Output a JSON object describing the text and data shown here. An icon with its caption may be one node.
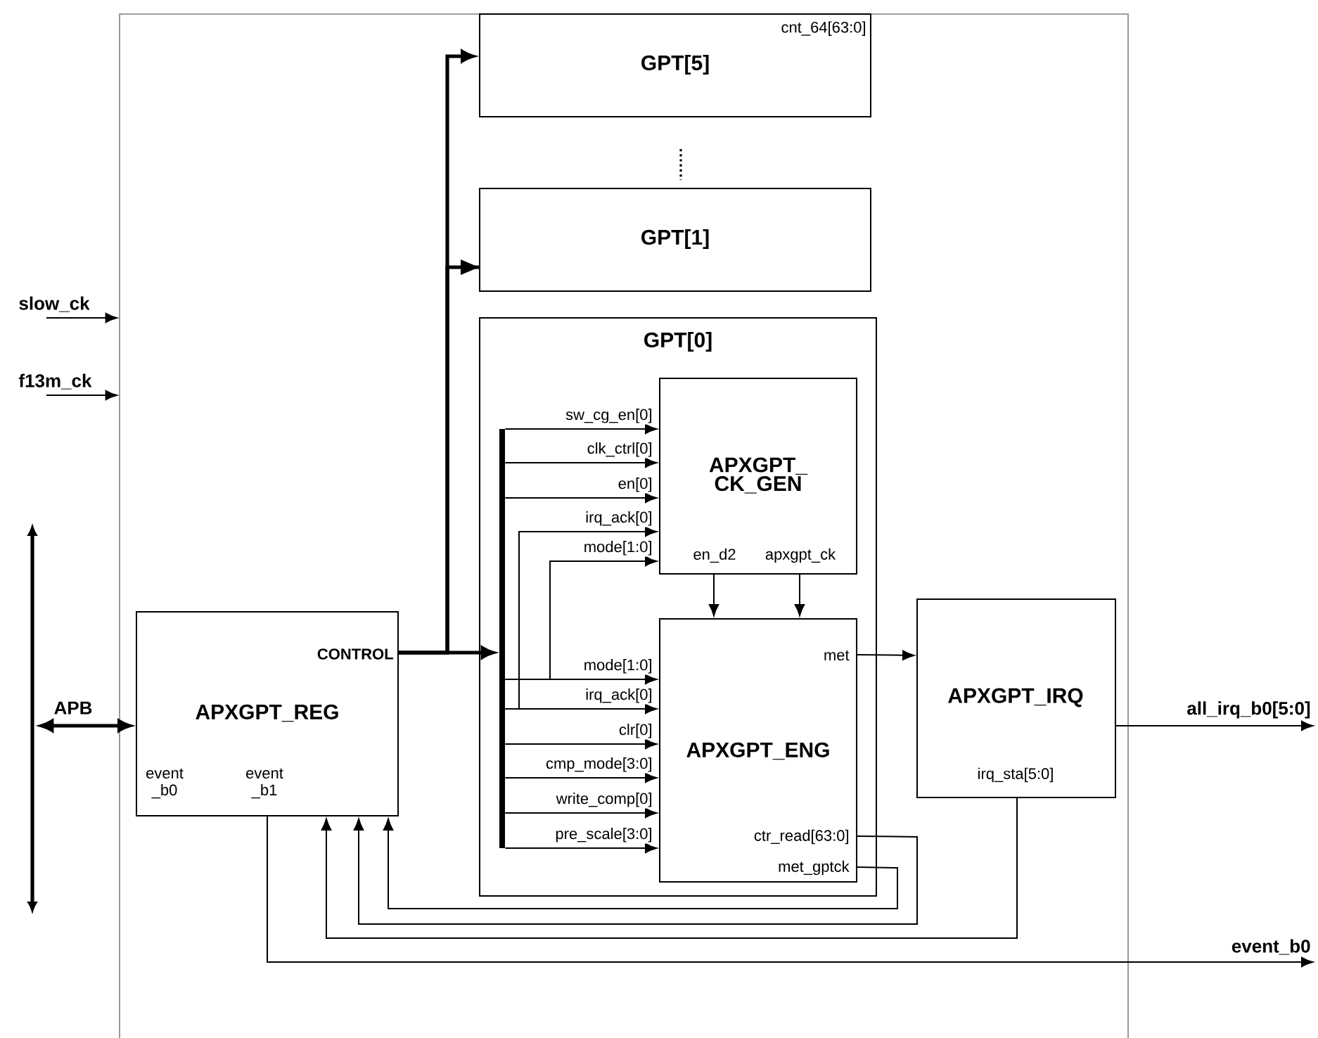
{
  "diagram": {
    "nodes": [
      {
        "text": [],
        "shape": "box"
      },
      {
        "text": [
          "cnt_64[63:0]",
          "GPT[5]"
        ],
        "in": 0
      },
      {
        "text": [
          "GPT[1]"
        ],
        "in": 0
      },
      {
        "text": [
          "GPT[0]"
        ],
        "in": 0
      },
      {
        "text": [
          "APXGPT_ CK_GEN",
          "en_d2",
          "apxgpt_ck"
        ],
        "in": 3
      },
      {
        "text": [],
        "shape": "bar",
        "in": 3
      },
      {
        "text": [
          "met",
          "APXGPT_ENG",
          "ctr_read[63:0]",
          "met_gptck"
        ],
        "in": 3
      },
      {
        "text": [
          "CONTROL",
          "APXGPT_REG",
          "event _b0",
          "event _b1"
        ],
        "in": 0
      },
      {
        "text": [
          "APXGPT_IRQ",
          "irq_sta[5:0]"
        ],
        "in": 0
      },
      {
        "text": [],
        "shape": "bar"
      }
    ],
    "edges": [
      {
        "from": null,
        "to": 0,
        "arrow": "to",
        "label": "slow_ck"
      },
      {
        "from": null,
        "to": 0,
        "arrow": "to",
        "label": "f13m_ck"
      },
      {
        "from": 9,
        "to": 7,
        "arrow": "both",
        "label": "APB",
        "style": "thick"
      },
      {
        "from": 7,
        "to": 1,
        "arrow": "to",
        "style": "thick"
      },
      {
        "from": 7,
        "to": 2,
        "arrow": "to",
        "style": "thick"
      },
      {
        "from": 7,
        "to": 5,
        "arrow": "to",
        "style": "thick"
      },
      {
        "from": 5,
        "to": 4,
        "arrow": "to",
        "label": "sw_cg_en[0]"
      },
      {
        "from": 5,
        "to": 4,
        "arrow": "to",
        "label": "clk_ctrl[0]"
      },
      {
        "from": 5,
        "to": 4,
        "arrow": "to",
        "label": "en[0]"
      },
      {
        "from": 5,
        "to": 4,
        "arrow": "to",
        "label": "irq_ack[0]"
      },
      {
        "from": 5,
        "to": 4,
        "arrow": "to",
        "label": "mode[1:0]"
      },
      {
        "from": 5,
        "to": 6,
        "arrow": "to",
        "label": "mode[1:0]"
      },
      {
        "from": 5,
        "to": 6,
        "arrow": "to",
        "label": "irq_ack[0]"
      },
      {
        "from": 5,
        "to": 6,
        "arrow": "to",
        "label": "clr[0]"
      },
      {
        "from": 5,
        "to": 6,
        "arrow": "to",
        "label": "cmp_mode[3:0]"
      },
      {
        "from": 5,
        "to": 6,
        "arrow": "to",
        "label": "write_comp[0]"
      },
      {
        "from": 5,
        "to": 6,
        "arrow": "to",
        "label": "pre_scale[3:0]"
      },
      {
        "from": 4,
        "to": 6,
        "arrow": "to"
      },
      {
        "from": 4,
        "to": 6,
        "arrow": "to"
      },
      {
        "from": 6,
        "to": 8,
        "arrow": "to"
      },
      {
        "from": 8,
        "to": null,
        "arrow": "to",
        "label": "all_irq_b0[5:0]"
      },
      {
        "from": 6,
        "to": 7,
        "arrow": "to"
      },
      {
        "from": 6,
        "to": 7,
        "arrow": "to"
      },
      {
        "from": 8,
        "to": 7,
        "arrow": "to"
      },
      {
        "from": 7,
        "to": null,
        "arrow": "to",
        "label": "event_b0"
      }
    ]
  }
}
